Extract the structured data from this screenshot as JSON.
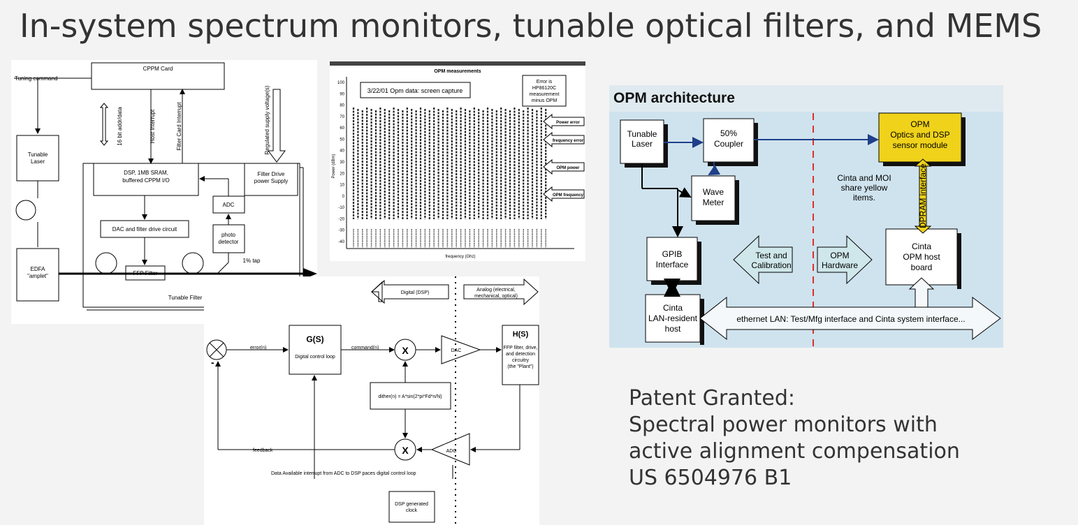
{
  "slide_title": "In-system spectrum monitors, tunable optical filters, and MEMS",
  "block_diagram": {
    "cppm_card": "CPPM Card",
    "tuning_command": "Tuning command",
    "tunable_laser": [
      "Tunable",
      "Laser"
    ],
    "bus_16bit": "16 bit addr/data",
    "host_interrupt": "Host Interrupt",
    "filter_card_interrupt": "Filter Card Interrupt",
    "regulated_supply": "Regulated supply voltage(s)",
    "dsp_box": [
      "DSP, 1MB SRAM,",
      "buffered CPPM I/O"
    ],
    "filter_drive": [
      "Filter Drive",
      "power Supply"
    ],
    "adc": "ADC",
    "dac_filter_drive": "DAC and filter drive circuit",
    "photo_detector": [
      "photo",
      "detector"
    ],
    "edfa": [
      "EDFA",
      "\"amplet\""
    ],
    "ffp_filter": "FFP Filter",
    "tap": "1% tap",
    "card_label": "Tunable Filter card"
  },
  "opm_screen": {
    "header": "OPM measurements",
    "capture_label": "3/22/01 Opm data: screen capture",
    "error_note": [
      "Error is",
      "HP86120C",
      "measurement",
      "minus OPM"
    ],
    "y_axis_label": "Power (dBm)",
    "y_ticks": [
      "100",
      "90",
      "80",
      "70",
      "60",
      "50",
      "40",
      "30",
      "20",
      "10",
      "0",
      "-10",
      "-20",
      "-30",
      "-40"
    ],
    "x_axis_label": "frequency (Ghz)",
    "arrows": [
      "Power error",
      "frequency error",
      "OPM power",
      "OPM frequency"
    ]
  },
  "control_loop": {
    "minus_sign": "-",
    "error_n": "error(n)",
    "gs_title": "G(S)",
    "gs_sub": "Digital control loop",
    "command_n": "command(n)",
    "x_symbol": "X",
    "dac": "DAC",
    "hs_title": "H(S)",
    "hs_sub": [
      "FFP filter, drive,",
      "and detection",
      "circuitry",
      "(the \"Plant\")"
    ],
    "digital_label": "Digital (DSP)",
    "analog_label": [
      "Analog (electrical,",
      "mechanical, optical)"
    ],
    "dither": "dither(n) = A*sin(2*pi*Fd*n/N)",
    "feedback": "feedback",
    "adc": "ADC",
    "data_available": "Data Available interrupt from ADC to DSP paces digital control loop",
    "dsp_clock": [
      "DSP generated",
      "clock"
    ]
  },
  "opm_architecture": {
    "title": "OPM architecture",
    "tunable_laser": [
      "Tunable",
      "Laser"
    ],
    "coupler": [
      "50%",
      "Coupler"
    ],
    "opm_module": [
      "OPM",
      "Optics and DSP",
      "sensor module"
    ],
    "wave_meter": [
      "Wave",
      "Meter"
    ],
    "note": [
      "Cinta and MOI",
      "share yellow",
      "items."
    ],
    "dpram": "DPRAM interface",
    "gpib": [
      "GPIB",
      "Interface"
    ],
    "test_cal": [
      "Test and",
      "Calibration"
    ],
    "opm_hw": [
      "OPM",
      "Hardware"
    ],
    "cinta_board": [
      "Cinta",
      "OPM host",
      "board"
    ],
    "cinta_host": [
      "Cinta",
      "LAN-resident",
      "host"
    ],
    "ethernet": "ethernet LAN: Test/Mfg interface and Cinta system interface...",
    "colors": {
      "background": "#cfe3ee",
      "box": "#ffffff",
      "yellow": "#f0d21a",
      "red_line": "#d9312a",
      "arrow_fill": "#cfe7ea"
    }
  },
  "patent": {
    "heading": "Patent Granted:",
    "line1": "Spectral power monitors with",
    "line2": "active alignment compensation",
    "number": "US 6504976 B1"
  }
}
